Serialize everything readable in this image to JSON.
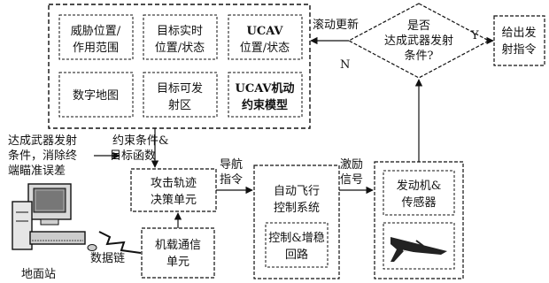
{
  "top_group": {
    "threat": [
      "威胁位置/",
      "作用范围"
    ],
    "target_rt": [
      "目标实时",
      "位置/状态"
    ],
    "ucav_pos": [
      "UCAV",
      "位置/状态"
    ],
    "digital_map": "数字地图",
    "target_zone": [
      "目标可发",
      "射区"
    ],
    "ucav_model": [
      "UCAV机动",
      "约束模型"
    ]
  },
  "rolling_update": "滚动更新",
  "decision": [
    "是否",
    "达成武器发射",
    "条件?"
  ],
  "label_y": "Y",
  "label_n": "N",
  "fire_command": [
    "给出发",
    "射指令"
  ],
  "left_text": [
    "达成武器发射",
    "条件，消除终",
    "端瞄准误差"
  ],
  "constraint": [
    "约束条件&",
    "目标函数"
  ],
  "attack_unit": [
    "攻击轨迹",
    "决策单元"
  ],
  "comm_unit": [
    "机载通信",
    "单元"
  ],
  "nav_cmd": [
    "导航",
    "指令"
  ],
  "autopilot": [
    "自动飞行",
    "控制系统"
  ],
  "control_loop": [
    "控制&增稳",
    "回路"
  ],
  "excite": [
    "激励",
    "信号"
  ],
  "engine_sensor": [
    "发动机&",
    "传感器"
  ],
  "datalink": "数据链",
  "ground_station": "地面站"
}
